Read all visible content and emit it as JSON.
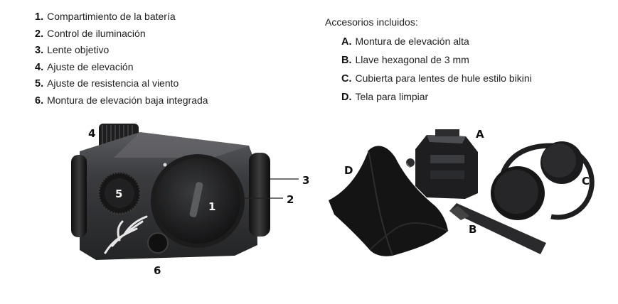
{
  "parts": {
    "items": [
      {
        "num": "1.",
        "text": "Compartimiento de la batería"
      },
      {
        "num": "2.",
        "text": "Control de iluminación"
      },
      {
        "num": "3.",
        "text": "Lente objetivo"
      },
      {
        "num": "4.",
        "text": "Ajuste de elevación"
      },
      {
        "num": "5.",
        "text": "Ajuste de resistencia al viento"
      },
      {
        "num": "6.",
        "text": "Montura de elevación baja integrada"
      }
    ]
  },
  "accessories": {
    "title": "Accesorios incluidos:",
    "items": [
      {
        "num": "A.",
        "text": "Montura de elevación alta"
      },
      {
        "num": "B.",
        "text": "Llave hexagonal de 3 mm"
      },
      {
        "num": "C.",
        "text": "Cubierta para lentes de hule estilo bikini"
      },
      {
        "num": "D.",
        "text": "Tela para limpiar"
      }
    ]
  },
  "callouts": {
    "c1": "1",
    "c2": "2",
    "c3": "3",
    "c4": "4",
    "c5": "5",
    "c6": "6",
    "cA": "A",
    "cB": "B",
    "cC": "C",
    "cD": "D"
  }
}
